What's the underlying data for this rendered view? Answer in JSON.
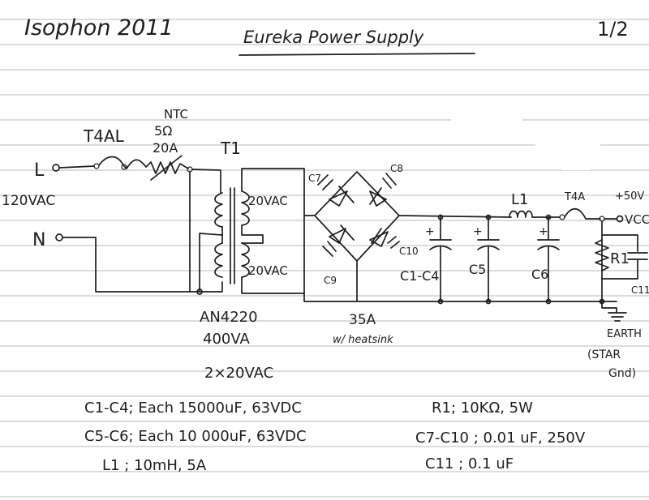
{
  "header": {
    "author": "Isophon 2011",
    "title": "Eureka Power Supply",
    "page": "1/2"
  },
  "schematic": {
    "input": {
      "line": "L",
      "neutral": "N",
      "voltage": "120VAC"
    },
    "fuse_in": "T4AL",
    "ntc": {
      "name": "NTC",
      "rating1": "5Ω",
      "rating2": "20A"
    },
    "transformer": {
      "name": "T1",
      "secondary1": "20VAC",
      "secondary2": "20VAC",
      "model": "AN4220",
      "power": "400VA",
      "windings": "2×20VAC"
    },
    "bridge": {
      "c7": "C7",
      "c8": "C8",
      "c9": "C9",
      "c10": "C10",
      "rating": "35A",
      "heatsink": "w/ heatsink"
    },
    "caps": {
      "c1c4": "C1-C4",
      "c5": "C5",
      "c6": "C6"
    },
    "choke": "L1",
    "fuse_out": "T4A",
    "output": {
      "vcc": "VCC",
      "voltage": "+50V"
    },
    "load": {
      "r1": "R1",
      "c11": "C11"
    },
    "ground": {
      "earth": "EARTH",
      "note1": "(STAR",
      "note2": "Gnd)"
    }
  },
  "parts_list": {
    "left": [
      "C1-C4; Each 15000uF, 63VDC",
      "C5-C6; Each 10 000uF, 63VDC",
      "L1 ; 10mH, 5A"
    ],
    "right": [
      "R1; 10KΩ, 5W",
      "C7-C10 ; 0.01 uF, 250V",
      "C11 ; 0.1 uF"
    ]
  }
}
